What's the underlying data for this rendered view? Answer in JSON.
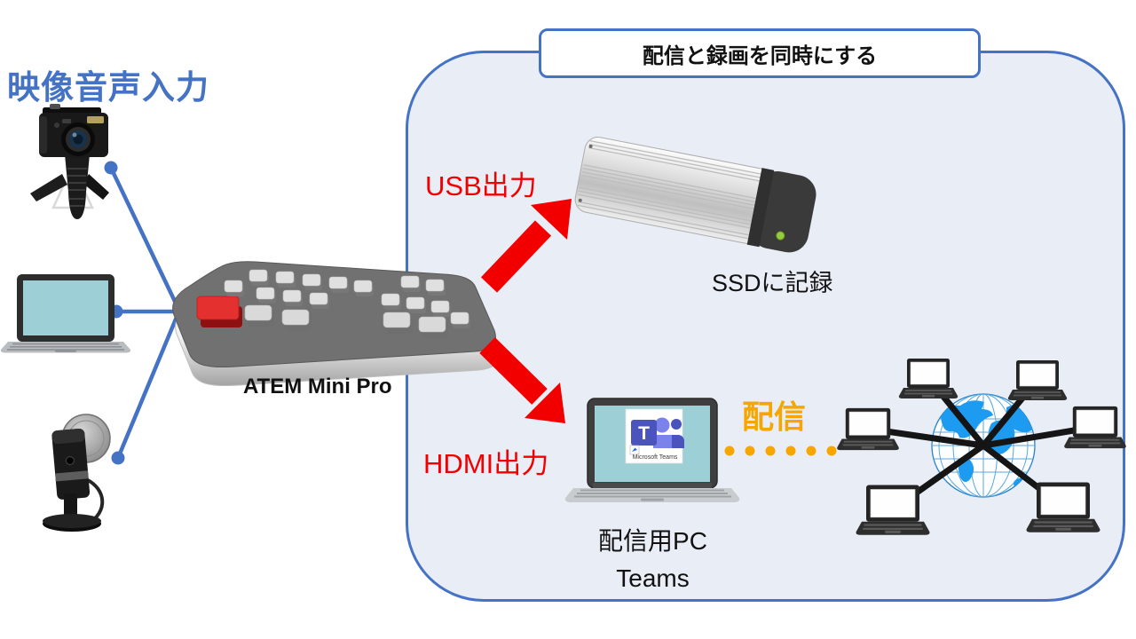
{
  "input_section": {
    "title": "映像音声入力",
    "sources": [
      "camera",
      "laptop",
      "microphone"
    ]
  },
  "group_box": {
    "title": "配信と録画を同時にする"
  },
  "switcher": {
    "label": "ATEM Mini Pro"
  },
  "outputs": {
    "usb": {
      "label": "USB出力",
      "target": "SSDに記録"
    },
    "hdmi": {
      "label": "HDMI出力",
      "target_line1": "配信用PC",
      "target_line2": "Teams"
    }
  },
  "streaming": {
    "label": "配信"
  },
  "teams_icon": {
    "letter": "T",
    "caption": "Microsoft Teams"
  },
  "colors": {
    "blue": "#4472C4",
    "box_fill": "#E9EDF6",
    "red": "#F20000",
    "orange": "#F7A600",
    "screen_teal": "#9CCFD6",
    "teams_purple_dark": "#4B53BC",
    "teams_purple_light": "#7B83EB",
    "globe_blue": "#1D9BF0"
  }
}
